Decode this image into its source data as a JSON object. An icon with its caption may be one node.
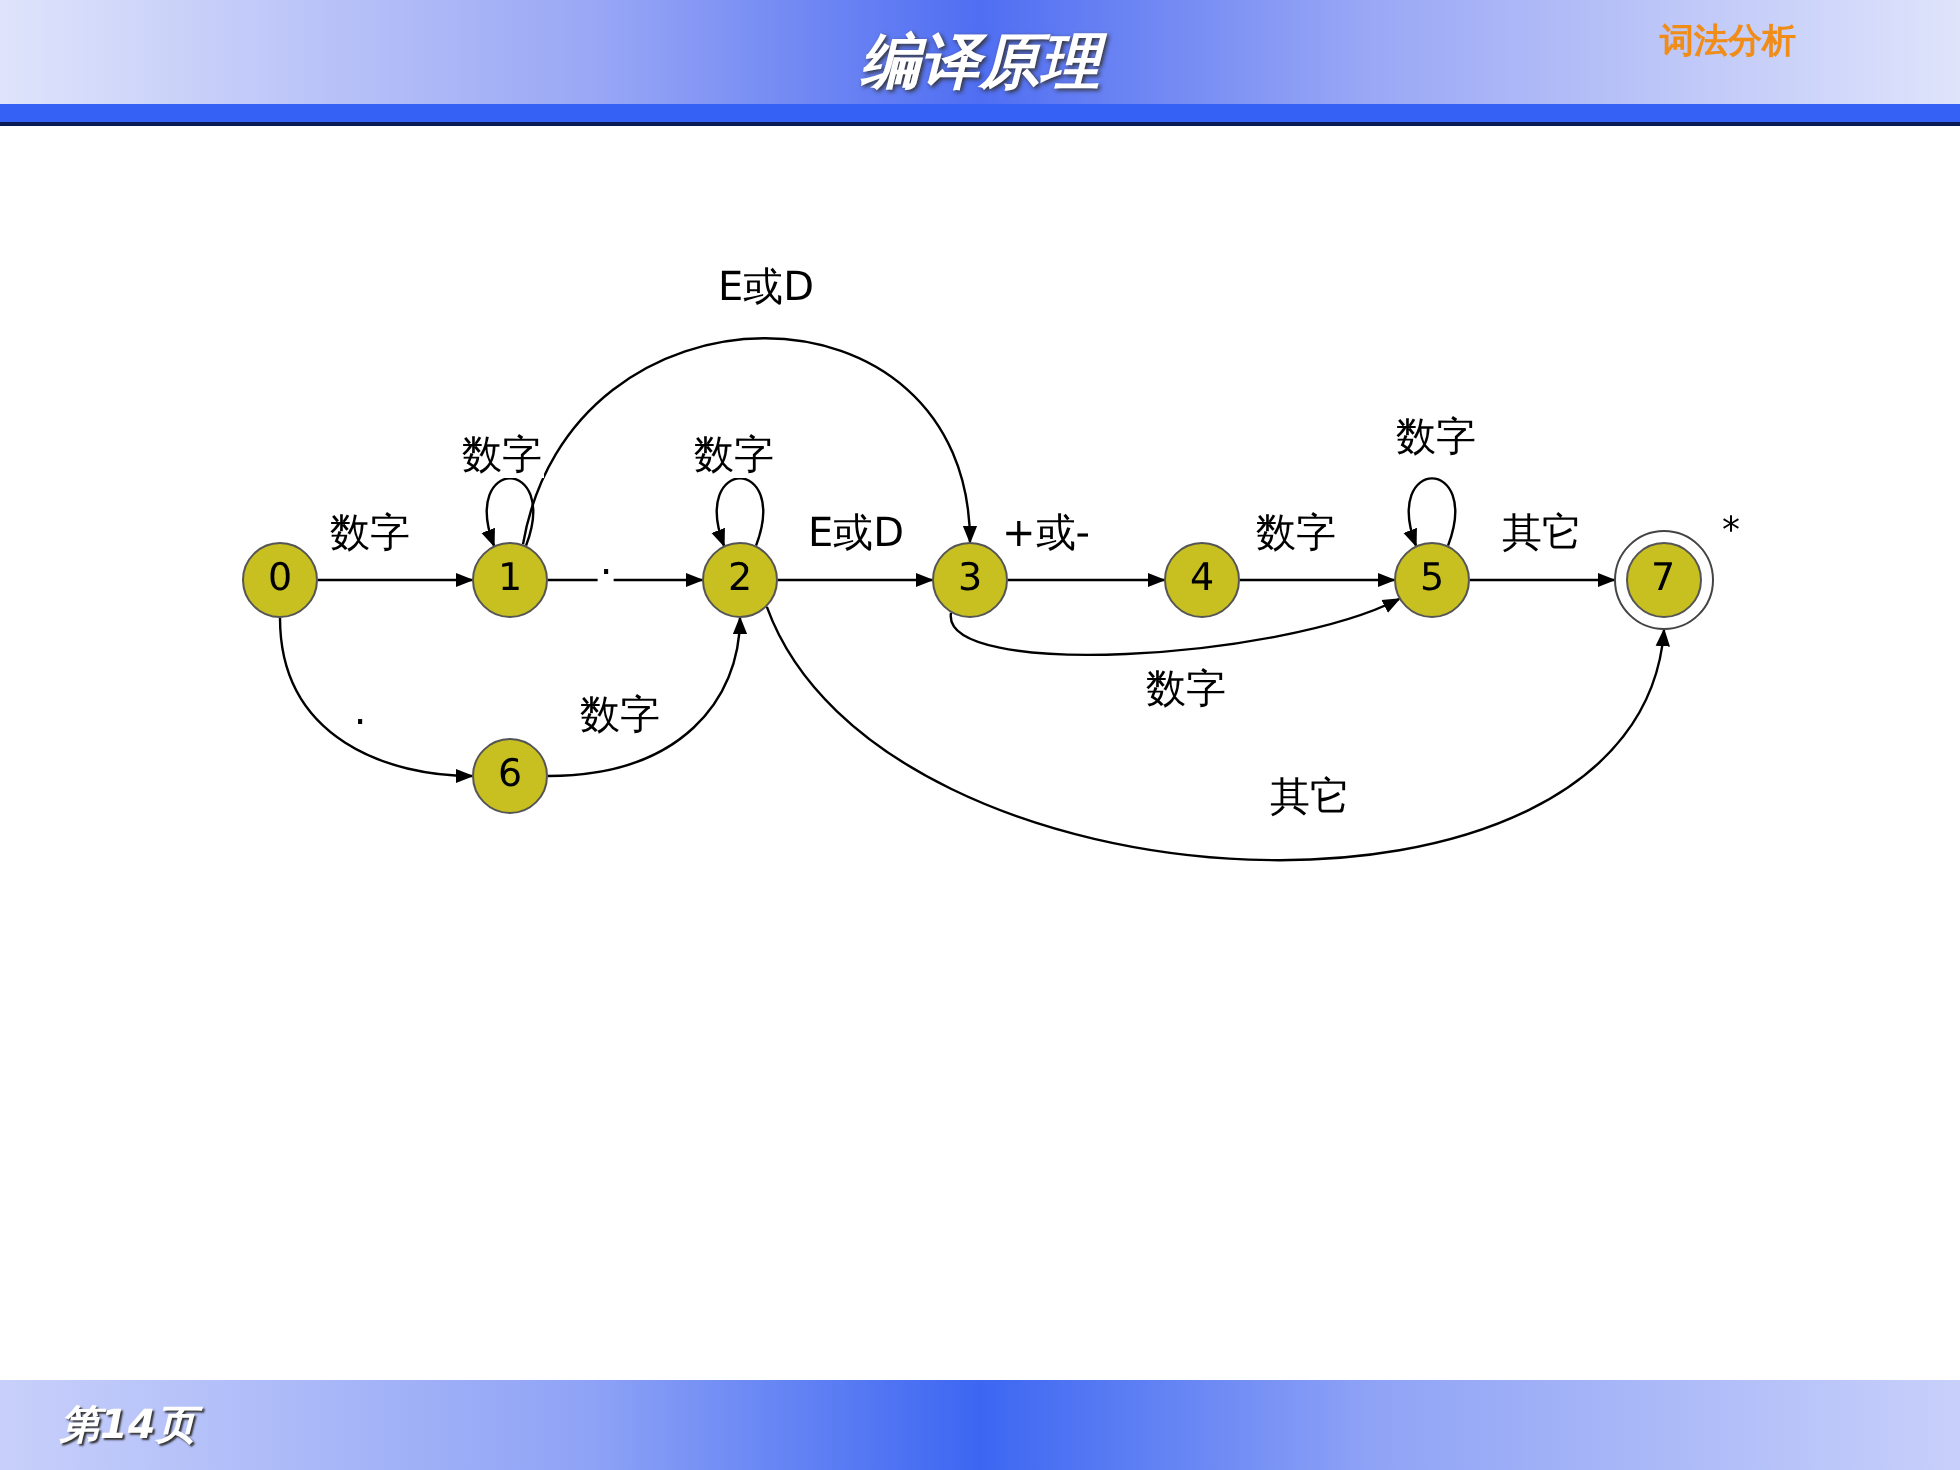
{
  "diagram": {
    "title": "编译原理",
    "nodes": [
      {
        "text": [
          "0"
        ]
      },
      {
        "text": [
          "1"
        ]
      },
      {
        "text": [
          "2"
        ]
      },
      {
        "text": [
          "3"
        ]
      },
      {
        "text": [
          "4"
        ]
      },
      {
        "text": [
          "5"
        ]
      },
      {
        "text": [
          "6"
        ]
      },
      {
        "text": [
          "7"
        ],
        "beside": [
          "*"
        ]
      }
    ],
    "edges": [
      {
        "from": 0,
        "to": 1,
        "arrow": "to",
        "label": "数字"
      },
      {
        "from": 1,
        "to": 1,
        "arrow": "to",
        "label": "数字"
      },
      {
        "from": 1,
        "to": 2,
        "arrow": "to",
        "label": "."
      },
      {
        "from": 2,
        "to": 2,
        "arrow": "to",
        "label": "数字"
      },
      {
        "from": 1,
        "to": 3,
        "arrow": "to",
        "label": "E或D"
      },
      {
        "from": 2,
        "to": 3,
        "arrow": "to",
        "label": "E或D"
      },
      {
        "from": 3,
        "to": 4,
        "arrow": "to",
        "label": "+或-"
      },
      {
        "from": 4,
        "to": 5,
        "arrow": "to",
        "label": "数字"
      },
      {
        "from": 5,
        "to": 5,
        "arrow": "to",
        "label": "数字"
      },
      {
        "from": 5,
        "to": 7,
        "arrow": "to",
        "label": "其它"
      },
      {
        "from": 3,
        "to": 5,
        "arrow": "to",
        "label": "数字"
      },
      {
        "from": 0,
        "to": 6,
        "arrow": "to",
        "label": "."
      },
      {
        "from": 6,
        "to": 2,
        "arrow": "to",
        "label": "数字"
      },
      {
        "from": 2,
        "to": 7,
        "arrow": "to",
        "label": "其它"
      }
    ],
    "labels": [
      "词法分析",
      "第14页"
    ]
  }
}
